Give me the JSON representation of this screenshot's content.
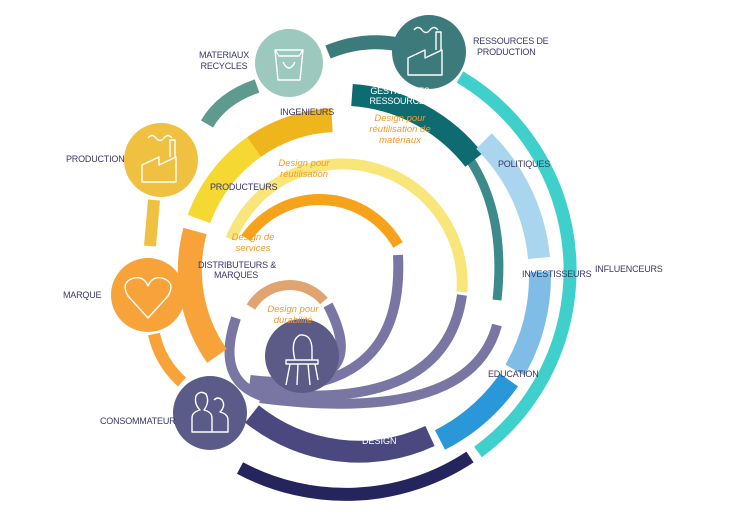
{
  "nodes": {
    "materiaux": [
      "MATERIAUX",
      "RECYCLES"
    ],
    "ressources": [
      "RESSOURCES DE",
      "PRODUCTION"
    ],
    "production": "PRODUCTION",
    "marque": "MARQUE",
    "consommateur": "CONSOMMATEUR"
  },
  "bands": {
    "gestion": [
      "GESTION DES",
      "RESSOURCES"
    ],
    "ingenieurs": "INGENIEURS",
    "producteurs": "PRODUCTEURS",
    "distributeurs": [
      "DISTRIBUTEURS &",
      "MARQUES"
    ],
    "politiques": "POLITIQUES",
    "investisseurs": "INVESTISSEURS",
    "education": "EDUCATION",
    "design": "DESIGN",
    "influenceurs": "INFLUENCEURS"
  },
  "strategies": {
    "materiaux": [
      "Design pour",
      "réutilisation de",
      "matériaux"
    ],
    "reutilisation": [
      "Design pour",
      "réutilisation"
    ],
    "services": [
      "Design de",
      "services"
    ],
    "durabilite": [
      "Design pour",
      "durabilité"
    ]
  },
  "colors": {
    "navy": "#26245c",
    "cyan": "#40d0cc",
    "teal": "#3d7a7c",
    "dark_teal": "#0e6b6f",
    "gold": "#efb51d",
    "yellow": "#f5d832",
    "light_yellow": "#f9e67a",
    "orange": "#f7a33a",
    "deep_orange": "#f7a21b",
    "tan": "#e0a470",
    "purple": "#7a76a3",
    "design": "#4b4880",
    "light_blue": "#a9d5ef",
    "mid_blue": "#7fbde6",
    "blue": "#2a98d8"
  }
}
